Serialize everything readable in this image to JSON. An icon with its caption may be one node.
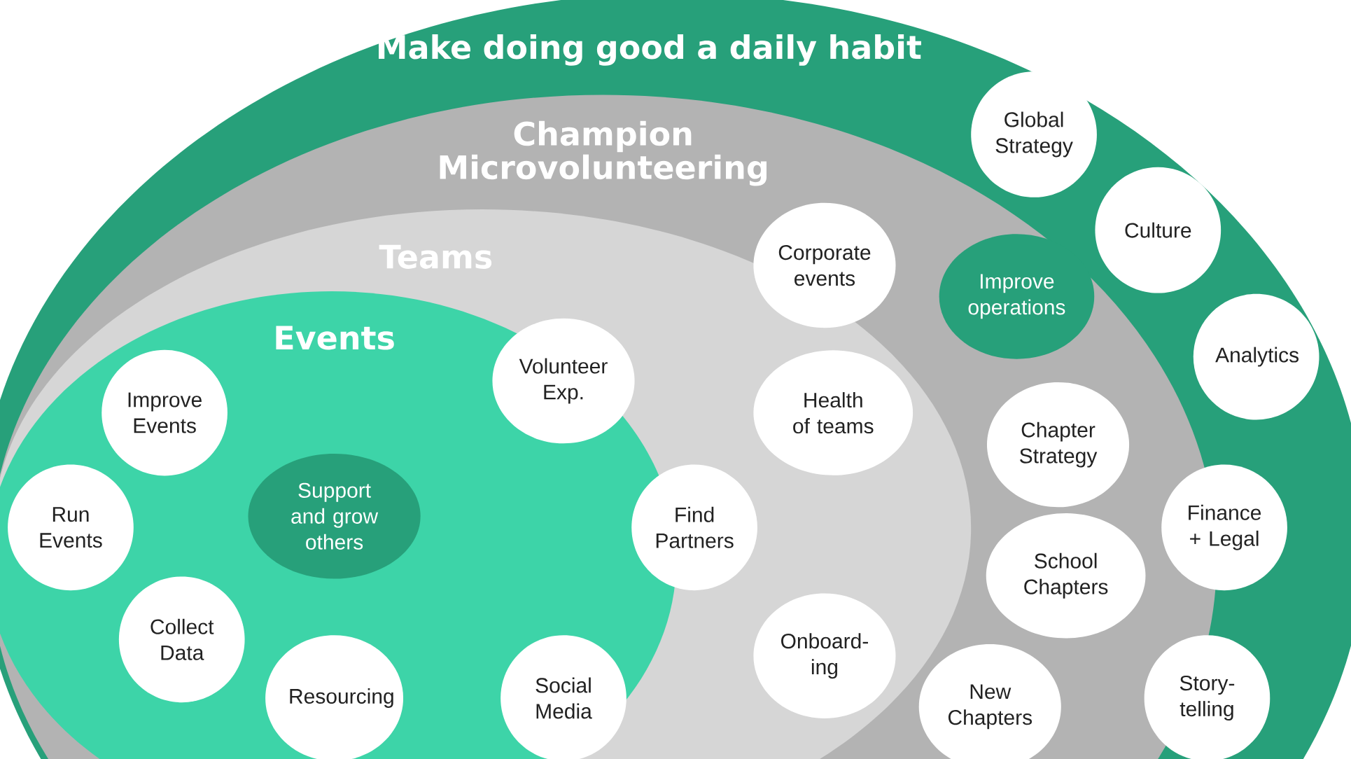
{
  "diagram": {
    "nodes": [
      {
        "text": [
          "Make doing good a daily habit"
        ]
      },
      {
        "text": [
          "Champion Microvolunteering"
        ],
        "in": 0
      },
      {
        "text": [
          "Teams"
        ],
        "in": 1
      },
      {
        "text": [
          "Events"
        ],
        "in": 2
      },
      {
        "text": [
          "Improve Events"
        ],
        "in": 3
      },
      {
        "text": [
          "Run Events"
        ],
        "in": 3
      },
      {
        "text": [
          "Support and grow others"
        ],
        "in": 3
      },
      {
        "text": [
          "Collect Data"
        ],
        "in": 3
      },
      {
        "text": [
          "Resourcing"
        ],
        "in": 3
      },
      {
        "text": [
          "Volunteer Exp."
        ],
        "in": 3
      },
      {
        "text": [
          "Find Partners"
        ],
        "in": 2
      },
      {
        "text": [
          "Social Media"
        ],
        "in": 3
      },
      {
        "text": [
          "Corporate events"
        ],
        "in": 1
      },
      {
        "text": [
          "Health of teams"
        ],
        "in": 2
      },
      {
        "text": [
          "Onboard- ing"
        ],
        "in": 2
      },
      {
        "text": [
          "Improve operations"
        ],
        "in": 1
      },
      {
        "text": [
          "Chapter Strategy"
        ],
        "in": 1
      },
      {
        "text": [
          "School Chapters"
        ],
        "in": 1
      },
      {
        "text": [
          "New Chapters"
        ],
        "in": 1
      },
      {
        "text": [
          "Global Strategy"
        ],
        "in": 0
      },
      {
        "text": [
          "Culture"
        ],
        "in": 0
      },
      {
        "text": [
          "Analytics"
        ],
        "in": 0
      },
      {
        "text": [
          "Finance + Legal"
        ],
        "in": 0
      },
      {
        "text": [
          "Story- telling"
        ],
        "in": 0
      }
    ]
  }
}
